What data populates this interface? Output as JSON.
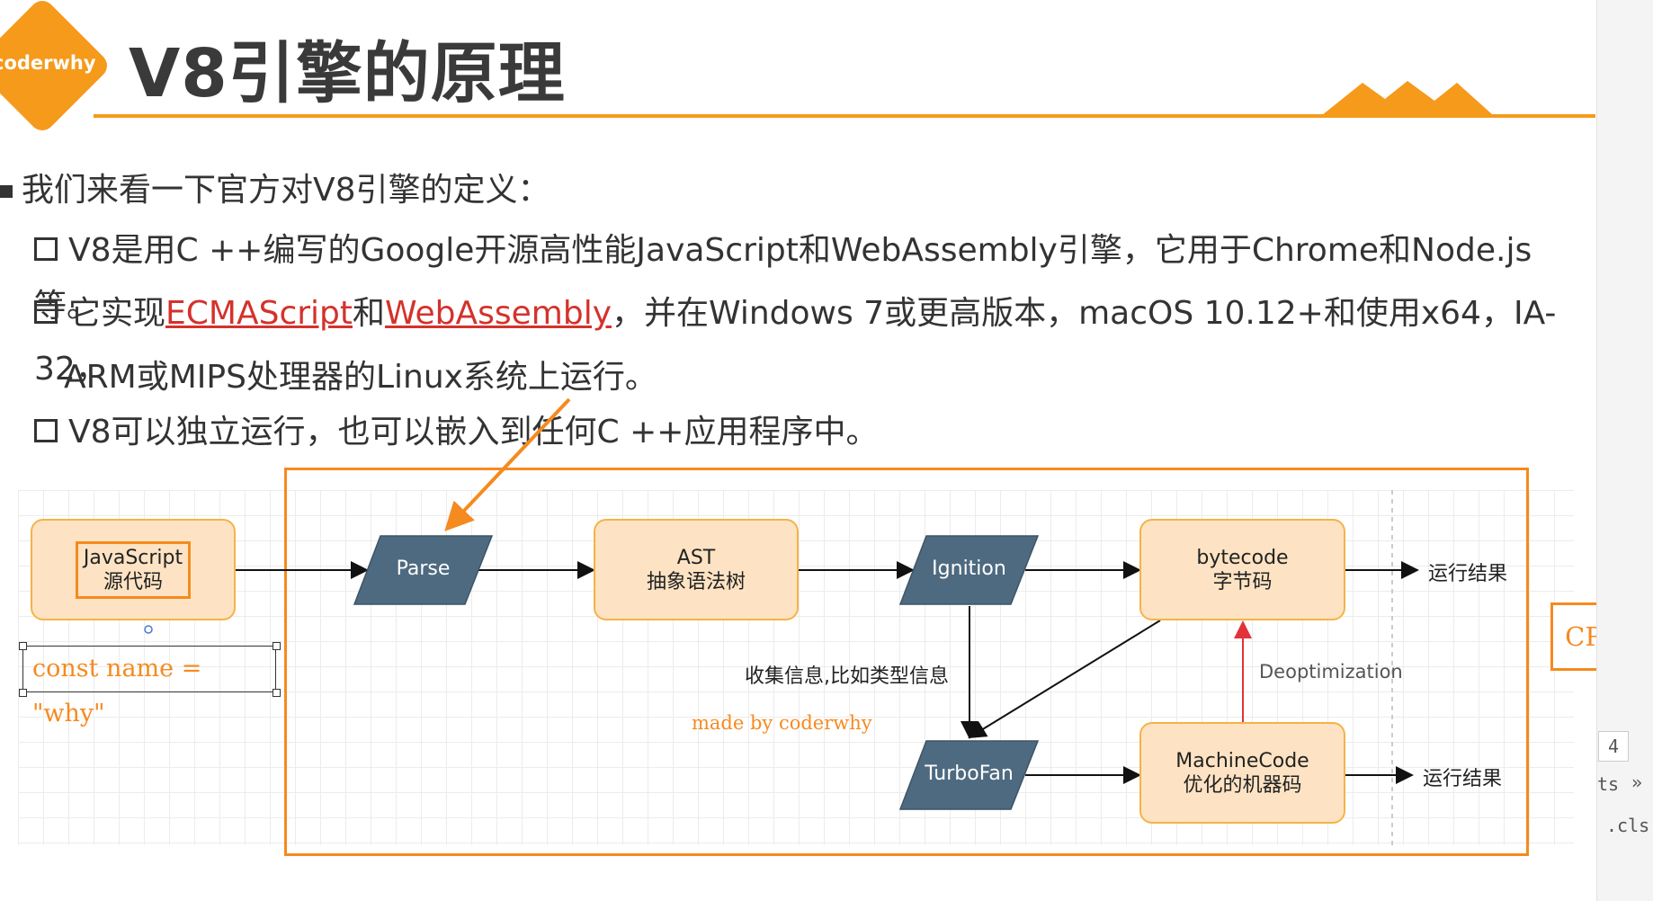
{
  "logo": {
    "text": "coderwhy"
  },
  "title": "V8引擎的原理",
  "bullets": {
    "main": "我们来看一下官方对V8引擎的定义：",
    "item1": "V8是用C ++编写的Google开源高性能JavaScript和WebAssembly引擎，它用于Chrome和Node.js等。",
    "item2_prefix": "它实现",
    "item2_link1": "ECMAScript",
    "item2_mid": "和",
    "item2_link2": "WebAssembly",
    "item2_suffix": "，并在Windows 7或更高版本，macOS 10.12+和使用x64，IA-32，",
    "item2_line2": "ARM或MIPS处理器的Linux系统上运行。",
    "item3": "V8可以独立运行，也可以嵌入到任何C ++应用程序中。"
  },
  "diagram": {
    "source_line1": "JavaScript",
    "source_line2": "源代码",
    "code_sample": "const name = \"why\"",
    "parse": "Parse",
    "ast_line1": "AST",
    "ast_line2": "抽象语法树",
    "ignition": "Ignition",
    "bytecode_line1": "bytecode",
    "bytecode_line2": "字节码",
    "result_top": "运行结果",
    "collect_info": "收集信息,比如类型信息",
    "deopt": "Deoptimization",
    "madeby": "made by coderwhy",
    "turbofan": "TurboFan",
    "machine_line1": "MachineCode",
    "machine_line2": "优化的机器码",
    "result_bottom": "运行结果"
  },
  "cpu_label": "CPU",
  "side_panel": {
    "num": "4",
    "chev": "»",
    "frag1": "ts",
    "frag2": ".cls"
  },
  "colors": {
    "accent": "#f58a1f",
    "node_fill": "#fde3c3",
    "para_fill": "#4e6a80",
    "deopt_arrow": "#e2333a"
  }
}
